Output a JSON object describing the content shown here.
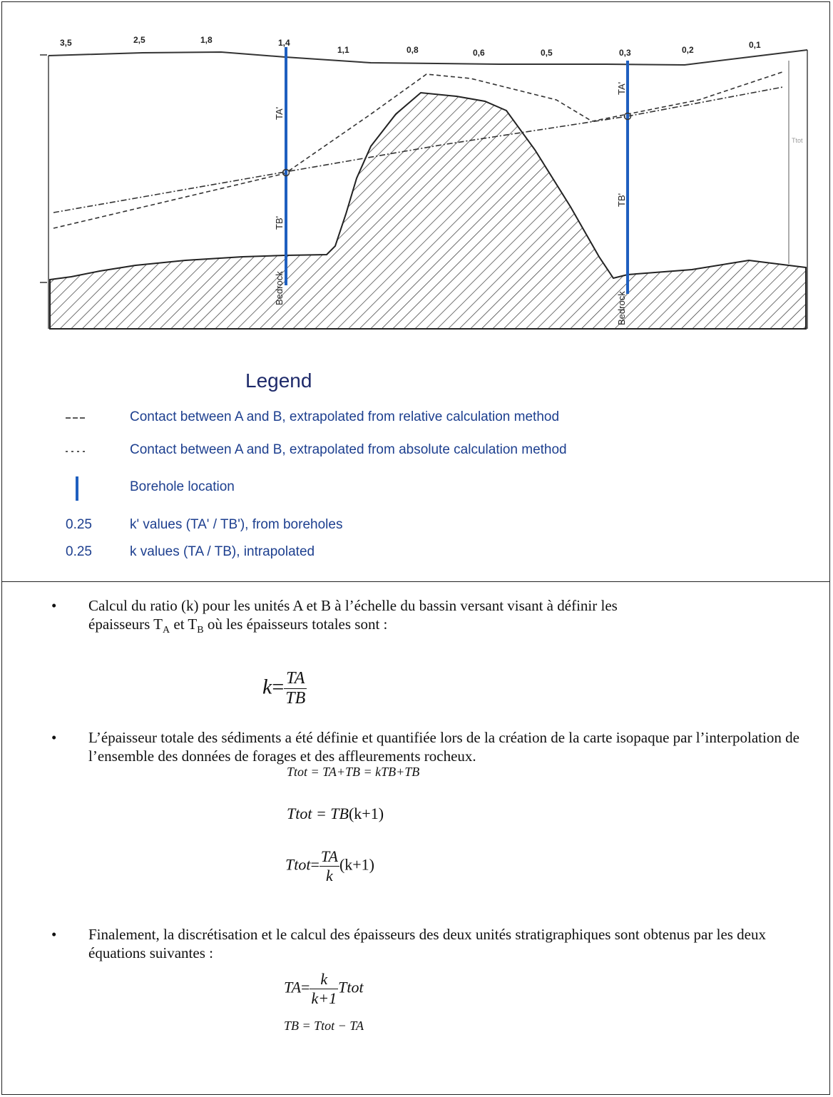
{
  "section": {
    "k_labels": [
      "3,5",
      "2,5",
      "1,8",
      "1,4",
      "1,1",
      "0,8",
      "0,6",
      "0,5",
      "0,3",
      "0,2",
      "0,1"
    ],
    "label_ta_prime": "TA'",
    "label_tb_prime": "TB'",
    "label_bedrock": "Bedrock",
    "label_ttot": "Ttot"
  },
  "legend": {
    "title": "Legend",
    "items": [
      {
        "symbol": "dash",
        "text": "Contact between A and B, extrapolated from relative calculation method"
      },
      {
        "symbol": "dot",
        "text": "Contact between A and B, extrapolated from absolute calculation method"
      },
      {
        "symbol": "borehole",
        "text": "Borehole location"
      },
      {
        "symbol": "0.25",
        "text": "k' values (TA' / TB'), from boreholes"
      },
      {
        "symbol": "0.25",
        "text": "k values (TA / TB),  intrapolated"
      }
    ],
    "colors": {
      "borehole": "#1f5fbf",
      "legend_text": "#1d3f8f",
      "title": "#1e2a6a"
    }
  },
  "text": {
    "bullet": "•",
    "p1_a": "Calcul du ratio (k) pour les unités A et B à l’échelle du bassin versant visant à définir les",
    "p1_b": "épaisseurs T",
    "p1_sub_a": "A",
    "p1_c": " et T",
    "p1_sub_b": "B",
    "p1_d": " où les épaisseurs totales sont :",
    "p2": "L’épaisseur totale des sédiments a été définie et quantifiée lors de la création de la carte isopaque par l’interpolation de l’ensemble des données de forages et des affleurements rocheux.",
    "p3": "Finalement, la discrétisation et le calcul des épaisseurs des deux unités stratigraphiques sont obtenus par les deux équations suivantes :"
  },
  "equations": {
    "k": "k",
    "eq_sign": "=",
    "ta": "TA",
    "tb": "TB",
    "ttot": "Ttot",
    "eq2": "Ttot = TA+TB = kTB+TB",
    "eq3_lhs": "Ttot = TB",
    "eq3_rhs": "(k+1)",
    "eq4_rhs": "(k+1)",
    "eq5_num": "k",
    "eq5_den": "k+1",
    "eq6": "TB = Ttot − TA"
  }
}
